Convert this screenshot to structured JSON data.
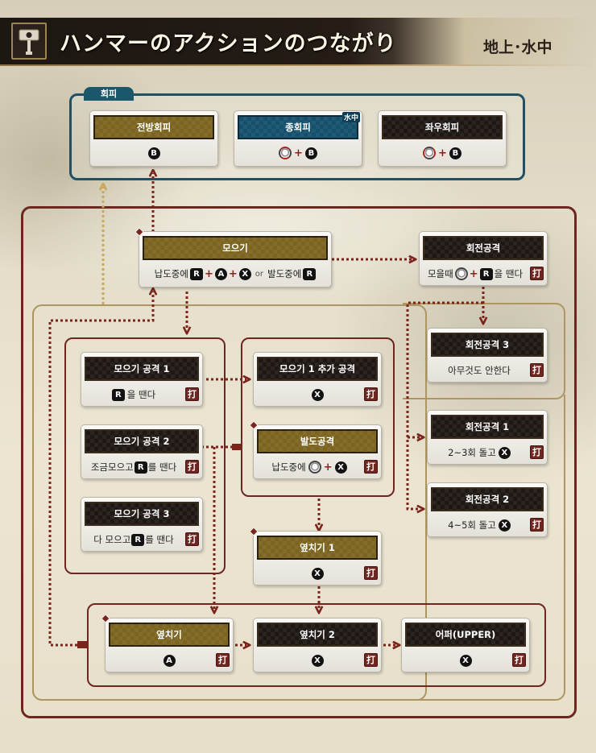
{
  "header": {
    "title": "ハンマーのアクションのつながり",
    "environment": "地上･水中",
    "icon": "hammer-icon"
  },
  "evade_group": {
    "label": "회피"
  },
  "evades": [
    {
      "name": "전방회피",
      "cmd": "B"
    },
    {
      "name": "종회피",
      "badge": "水中",
      "cmd": "B"
    },
    {
      "name": "좌우회피",
      "cmd": "B"
    }
  ],
  "charge": {
    "name": "모으기",
    "pre1": "납도중에",
    "or": "or",
    "pre2": "발도중에",
    "buttons": [
      "R",
      "A",
      "X",
      "R"
    ]
  },
  "charge_attacks": [
    {
      "name": "모으기 공격 1",
      "post": "을 땐다",
      "btn": "R",
      "atk": "打"
    },
    {
      "name": "모으기 공격 2",
      "pre": "조금모으고",
      "post": "를 땐다",
      "btn": "R",
      "atk": "打"
    },
    {
      "name": "모으기 공격 3",
      "pre": "다 모으고",
      "post": "를 땐다",
      "btn": "R",
      "atk": "打"
    }
  ],
  "charge_extra": {
    "name": "모으기 1 추가 공격",
    "btn": "X",
    "atk": "打"
  },
  "draw_attack": {
    "name": "발도공격",
    "pre": "납도중에",
    "btn": "X",
    "atk": "打"
  },
  "sidesmash1": {
    "name": "옆치기 1",
    "btn": "X",
    "atk": "打"
  },
  "spin": {
    "name": "회전공격",
    "pre": "모을때",
    "btn": "R",
    "post": "을 땐다",
    "atk": "打"
  },
  "spin3": {
    "name": "회전공격 3",
    "text": "아무것도 안한다",
    "atk": "打"
  },
  "spin1": {
    "name": "회전공격 1",
    "text": "2~3회 돌고",
    "btn": "X",
    "atk": "打"
  },
  "spin2": {
    "name": "회전공격 2",
    "text": "4~5회 돌고",
    "btn": "X",
    "atk": "打"
  },
  "swings": [
    {
      "name": "옆치기",
      "btn": "A",
      "atk": "打"
    },
    {
      "name": "옆치기 2",
      "btn": "X",
      "atk": "打"
    },
    {
      "name": "어퍼(UPPER)",
      "btn": "X",
      "atk": "打"
    }
  ],
  "colors": {
    "arrow": "#7a241c",
    "evade_border": "#214f63",
    "bracket": "#6e2620",
    "beige": "#ad9662"
  }
}
